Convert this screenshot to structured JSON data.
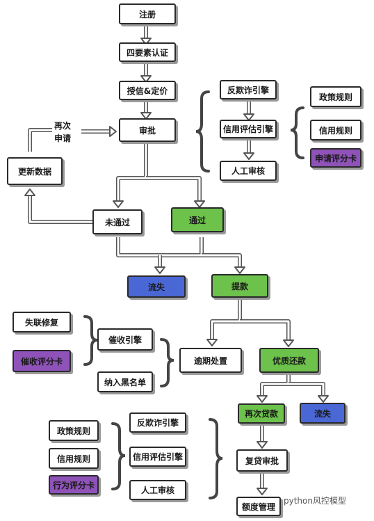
{
  "nodes": {
    "register": "注册",
    "four_factor": "四要素认证",
    "credit_pricing": "授信&定价",
    "review": "审批",
    "update_data": "更新数据",
    "not_passed": "未通过",
    "passed": "通过",
    "churn_1": "流失",
    "withdraw": "提款",
    "overdue": "逾期处置",
    "good_repay": "优质还款",
    "reloan": "再次贷款",
    "churn_2": "流失",
    "reloan_review": "复贷审批",
    "limit_mgmt": "额度管理",
    "anti_fraud_1": "反欺诈引擎",
    "credit_eval_1": "信用评估引擎",
    "manual_review_1": "人工审核",
    "policy_rules_1": "政策规则",
    "credit_rules_1": "信用规则",
    "app_scorecard": "申请评分卡",
    "lost_contact": "失联修复",
    "collection_scorecard": "催收评分卡",
    "collection_engine": "催收引擎",
    "blacklist": "纳入黑名单",
    "anti_fraud_2": "反欺诈引擎",
    "credit_eval_2": "信用评估引擎",
    "manual_review_2": "人工审核",
    "policy_rules_2": "政策规则",
    "credit_rules_2": "信用规则",
    "behavior_scorecard": "行为评分卡"
  },
  "labels": {
    "reapply_1": "再次",
    "reapply_2": "申请"
  },
  "watermark": "python风控模型",
  "colors": {
    "green": "#6cc24a",
    "blue": "#4a67d6",
    "purple": "#8e52b8"
  }
}
